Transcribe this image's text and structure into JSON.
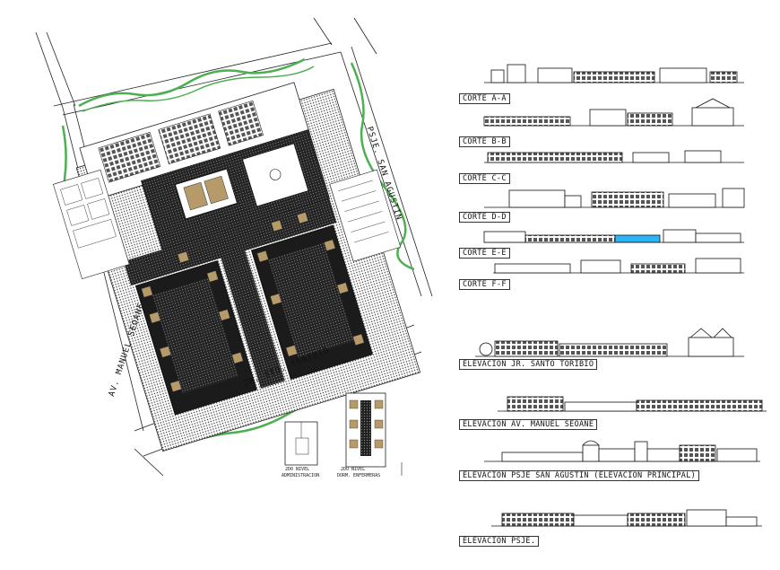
{
  "plan": {
    "street_sto_toribio": "JR. STO. TORIBIO",
    "street_manuel": "AV. MANUEL SEOANE",
    "street_psje": "PSJE. SAN AGUSTIN",
    "caption_admin_1": "2DO NIVEL",
    "caption_admin_2": "ADMINISTRACION",
    "caption_dorm_1": "2DO NIVEL",
    "caption_dorm_2": "DORM. ENFERMERAS"
  },
  "sections": [
    {
      "label": "CORTE A-A"
    },
    {
      "label": "CORTE B-B"
    },
    {
      "label": "CORTE C-C"
    },
    {
      "label": "CORTE D-D"
    },
    {
      "label": "CORTE E-E"
    },
    {
      "label": "CORTE F-F"
    }
  ],
  "elevations": [
    {
      "label": "ELEVACION JR. SANTO TORIBIO"
    },
    {
      "label": "ELEVACION AV. MANUEL SEOANE"
    },
    {
      "label": "ELEVACION PSJE SAN AGUSTIN (ELEVACION PRINCIPAL)"
    },
    {
      "label": "ELEVACION PSJE."
    }
  ],
  "colors": {
    "line": "#111111",
    "vegetation": "#4caf50",
    "hatch": "#b79a6a",
    "water": "#29b6f6"
  }
}
